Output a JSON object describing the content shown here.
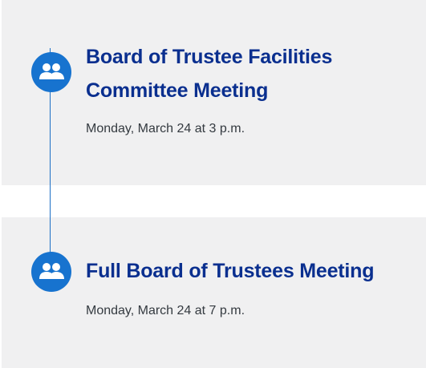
{
  "events": [
    {
      "title": "Board of Trustee Facilities Committee Meeting",
      "date": "Monday, March 24 at 3 p.m.",
      "icon": "group-users-icon"
    },
    {
      "title": "Full Board of Trustees Meeting",
      "date": "Monday, March 24 at 7 p.m.",
      "icon": "group-users-icon"
    }
  ],
  "colors": {
    "card_background": "#f0f0f1",
    "accent": "#1773cf",
    "title": "#0a2f8f",
    "text": "#343a40"
  }
}
